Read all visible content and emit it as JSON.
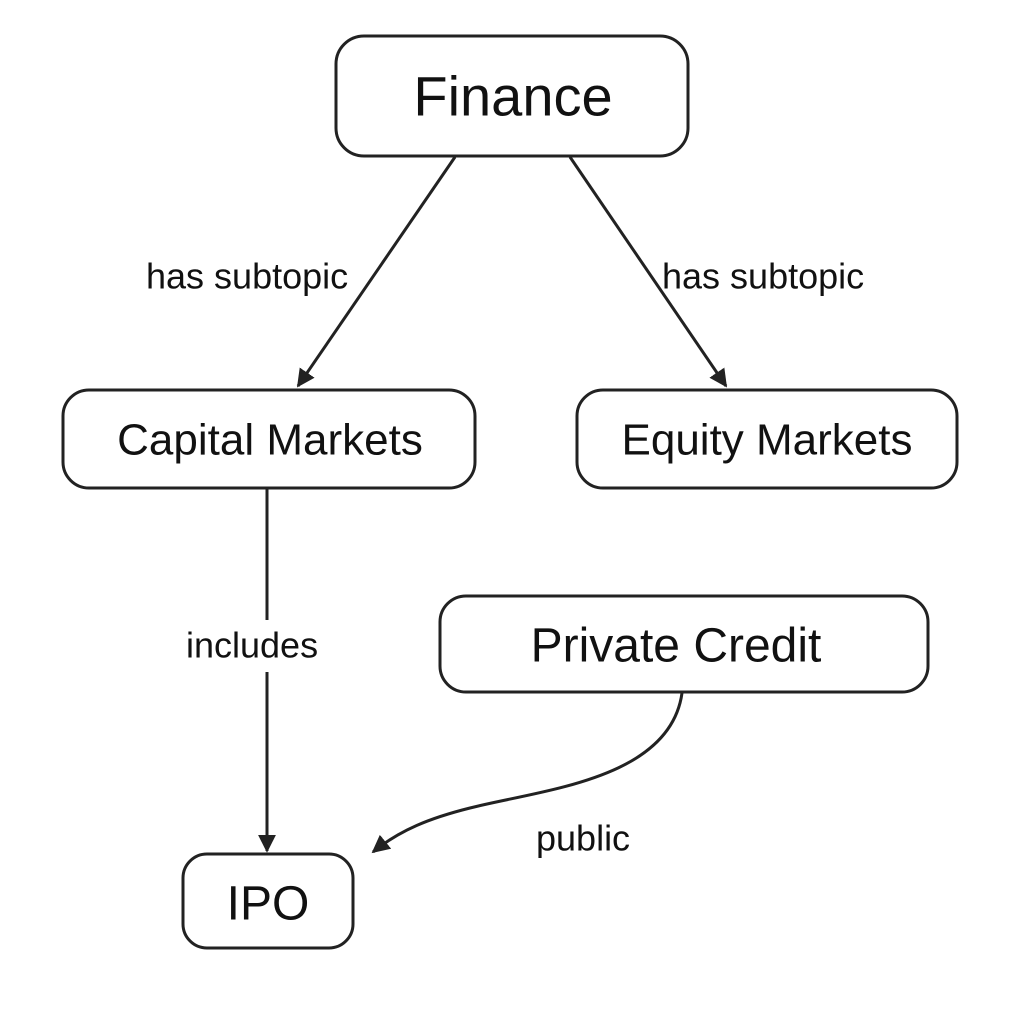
{
  "nodes": {
    "finance": {
      "label": "Finance"
    },
    "capital_markets": {
      "label": "Capital Markets"
    },
    "equity_markets": {
      "label": "Equity Markets"
    },
    "private_credit": {
      "label": "Private Credit"
    },
    "ipo": {
      "label": "IPO"
    }
  },
  "edges": {
    "finance_capital": {
      "label": "has subtopic"
    },
    "finance_equity": {
      "label": "has subtopic"
    },
    "capital_ipo": {
      "label": "includes"
    },
    "private_ipo": {
      "label": "public"
    }
  },
  "colors": {
    "stroke": "#222222",
    "text": "#111111",
    "background": "#ffffff"
  }
}
